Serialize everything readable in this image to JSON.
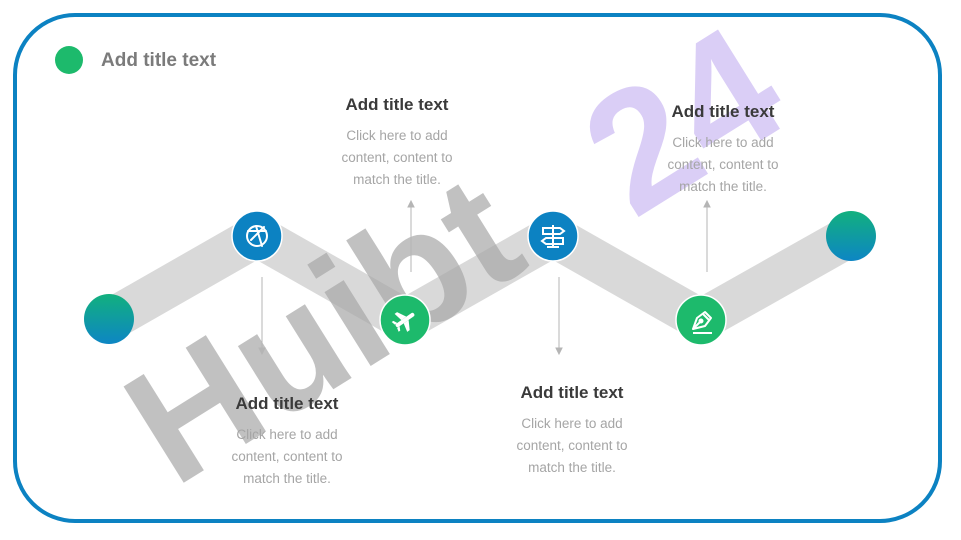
{
  "header": {
    "title": "Add title text"
  },
  "steps": [
    {
      "title": "Add title text",
      "text": "Click here to add content, content to match the title.",
      "icon": "badminton-icon",
      "color": "#0c82c2"
    },
    {
      "title": "Add title text",
      "text": "Click here to add content, content to match the title.",
      "icon": "airplane-icon",
      "color": "#1dba6c"
    },
    {
      "title": "Add title text",
      "text": "Click here to add content, content to match the title.",
      "icon": "signpost-icon",
      "color": "#0c82c2"
    },
    {
      "title": "Add title text",
      "text": "Click here to add content, content to match the title.",
      "icon": "pen-nib-icon",
      "color": "#1dba6c"
    }
  ],
  "watermark": {
    "text": "Huibt",
    "number": "24"
  },
  "colors": {
    "frame": "#0c82c2",
    "blue": "#0c82c2",
    "green": "#1dba6c",
    "track": "#d9d9d9",
    "watermark_gray": "#b3b3b3",
    "watermark_purple": "#d9ccf6"
  }
}
